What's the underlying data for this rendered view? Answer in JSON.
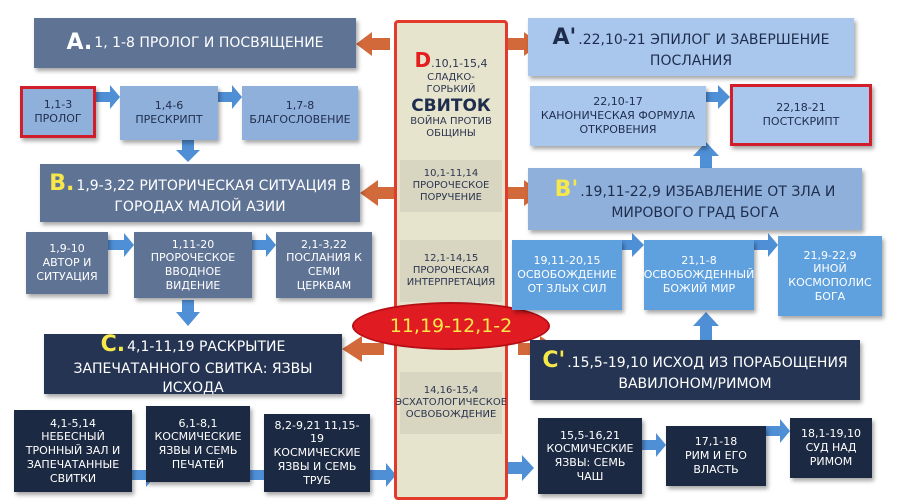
{
  "colors": {
    "dark_navy": "#1c2942",
    "medium_slate": "#5f7395",
    "light_blue": "#8fb0da",
    "arrow_blue": "#4f8fd6",
    "arrow_orange": "#d2693a",
    "center_red": "#e11b22",
    "letter_yellow": "#f6e84a",
    "letter_red": "#e41e1e"
  },
  "center": {
    "letter": "D",
    "ref": ".10,1-15,4",
    "line1": "Сладко-",
    "line2": "горький",
    "title": "Свиток",
    "line3": "Война против",
    "line4": "общины",
    "sub1": "10,1-11,14 Пророческое поручение",
    "sub2": "12,1-14,15 Пророческая интерпретация",
    "oval": "11,19-12,1-2",
    "sub3": "14,16-15,4 Эсхатологическое освобождение"
  },
  "A": {
    "letter": "A.",
    "text": " 1, 1-8 Пролог и посвящение"
  },
  "A_row": [
    {
      "ref": "1,1-3",
      "label": "Пролог"
    },
    {
      "ref": "1,4-6",
      "label": "Прескрипт"
    },
    {
      "ref": "1,7-8",
      "label": "Благословение"
    }
  ],
  "B": {
    "letter": "B.",
    "text": "1,9-3,22 Риторическая ситуация в городах Малой Азии"
  },
  "B_row": [
    {
      "ref": "1,9-10",
      "label": "Автор и ситуация"
    },
    {
      "ref": "1,11-20",
      "label": "Пророческое вводное видение"
    },
    {
      "ref": "2,1-3,22",
      "label": "Послания к семи церквам"
    }
  ],
  "C": {
    "letter": "C.",
    "text": "4,1-11,19 Раскрытие запечатанного свитка: язвы исхода"
  },
  "C_row": [
    {
      "ref": "4,1-5,14",
      "label": "Небесный тронный зал и запечатанные свитки"
    },
    {
      "ref": "6,1-8,1",
      "label": "Космические язвы и семь печатей"
    },
    {
      "ref": "8,2-9,21 11,15-19",
      "label": "Космические язвы и семь труб"
    }
  ],
  "A2": {
    "letter": "A'",
    "text": ".22,10-21 Эпилог и завершение послания"
  },
  "A2_row": [
    {
      "ref": "22,10-17",
      "label": "Каноническая формула откровения"
    },
    {
      "ref": "22,18-21",
      "label": "Постскрипт"
    }
  ],
  "B2": {
    "letter": "B'",
    "text": ".19,11-22,9 Избавление от зла и мирового град Бога"
  },
  "B2_row": [
    {
      "ref": "19,11-20,15",
      "label": "Освобождение от злых сил"
    },
    {
      "ref": "21,1-8",
      "label": "Освобожденный Божий мир"
    },
    {
      "ref": "21,9-22,9",
      "label": "Иной космополис Бога"
    }
  ],
  "C2": {
    "letter": "C'",
    "text": ".15,5-19,10 Исход из порабощения Вавилоном/Римом"
  },
  "C2_row": [
    {
      "ref": "15,5-16,21",
      "label": "Космические язвы: семь чаш"
    },
    {
      "ref": "17,1-18",
      "label": "Рим и его власть"
    },
    {
      "ref": "18,1-19,10",
      "label": "Суд над Римом"
    }
  ]
}
